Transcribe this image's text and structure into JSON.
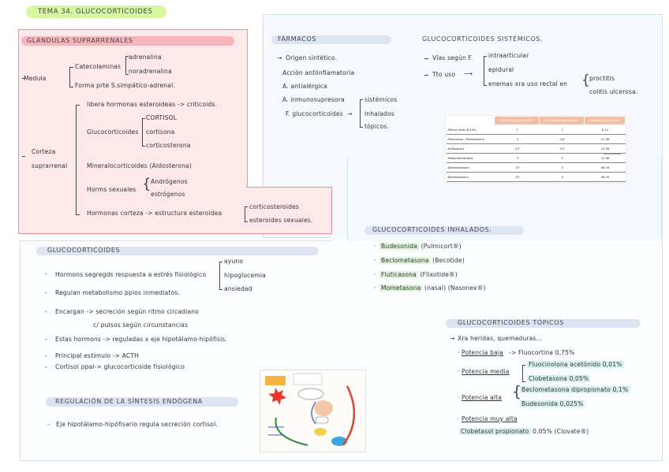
{
  "title": "TEMA 34. GLUCOCORTICOIDES",
  "glandulas": {
    "header": "GLÁNDULAS SUPRARRENALES",
    "medula": "Medula",
    "catecolaminas": "Catecolaminas",
    "adrenalina": "adrenalina",
    "noradrenalina": "noradrenalina",
    "forma_parte": "Forma prte S.simpático-adrenal.",
    "corteza": "Corteza suprarrenal",
    "libera": "libera hormonas esteroideas -> criticoids.",
    "glucocorticoides": "Glucocorticoides",
    "cortisol": "CORTISOL",
    "cortisona": "cortisona",
    "corticosterona": "corticosterona",
    "mineralocorticoides": "Mineralocorticoides (Aldosterona)",
    "hormonas_sexuales": "Horms sexuales",
    "androgenos": "Andrógenos",
    "estrogenos": "estrógenos",
    "hormonas_corteza": "Hormonas corteza -> estructura esteroidea",
    "corticosteroides": "corticosteroides",
    "esteroides_sexuales": "esteroides sexuales."
  },
  "farmacos": {
    "header": "FÁRMACOS",
    "origen": "Origen sintético.",
    "accion": "Acción antiinflamatoria",
    "antialergica": "A. antialérgica",
    "inmunosupresora": "A. inmunosupresora",
    "f_gluco": "F. glucocorticoides",
    "sistemicos": "sistémicos",
    "inhalados": "inhalados",
    "topicos": "tópicos."
  },
  "sistemicos": {
    "header": "GLUCOCORTICOIDES SISTÉMICOS.",
    "vias": "Vías según F.",
    "tto": "Tto uso",
    "intraarticular": "intraarticular",
    "epidural": "epidural",
    "enemas": "enemas xra uso rectal en",
    "proctitis": "proctitis",
    "colitis": "colitis ulcerosa."
  },
  "table": {
    "headers": [
      "",
      "POTENCIA GLUCOCORT.",
      "POTENCIA MINERALOC.",
      "VIDA MEDIA (HORAS)"
    ],
    "rows": [
      [
        "Efecto corto (8-12h)",
        "1",
        "1",
        "8-12"
      ],
      [
        "Prednisona / Prednisolona",
        "4",
        "0,8",
        "12-36"
      ],
      [
        "Deflazacort",
        "3,5",
        "0,5",
        "12-36"
      ],
      [
        "Metilprednisolona",
        "5",
        "0",
        "12-36"
      ],
      [
        "Dexametasona",
        "25",
        "0",
        "36-54"
      ],
      [
        "Betametasona",
        "25",
        "0",
        "36-54"
      ]
    ]
  },
  "inhalados": {
    "header": "GLUCOCORTICOIDES INHALADOS.",
    "items": [
      {
        "name": "Budesonida",
        "rest": " (Pulmicort®)"
      },
      {
        "name": "Beclometasona",
        "rest": " (Becotide)"
      },
      {
        "name": "Fluticasona",
        "rest": " (Flixotide®)"
      },
      {
        "name": "Mometasona",
        "rest": " (nasal) (Nasonex®)"
      }
    ]
  },
  "gluco": {
    "header": "GLUCOCORTICOIDES",
    "b1": "Hormons segregds respuesta a estrés fisiológico",
    "ayuno": "ayuno",
    "hipoglucemia": "hipoglucemia",
    "ansiedad": "ansiedad",
    "b2": "Regulan metabolismo ppios inmediatos.",
    "b3": "Encargan -> secreción según ritmo circadiano",
    "b3b": "c/ pulsos según circunstancias",
    "b4": "Estas hormons -> reguladas x eje hipotálamo-hipófisis.",
    "b5": "Principal estímulo -> ACTH",
    "b6": "Cortisol ppal-> glucocorticoide fisiológico",
    "regulacion_header": "REGULACIÓN DE LA SÍNTESIS ENDÓGENA",
    "regulacion": "Eje hipotálamo-hipófisario regula secreción cortisol."
  },
  "topicos": {
    "header": "GLUCOCORTICOIDES TÓPICOS",
    "intro": "Xra heridas, quemaduras...",
    "baja": "Potencia baja",
    "baja_drug": "-> Fluocortina 0,75%",
    "media": "Potencia media",
    "media1": "Fluocinolona acetónido 0,01%",
    "media2": "Clobetasona 0,05%",
    "alta": "Potencia alta",
    "alta1": "Beclometasona dipropionato 0,1%",
    "alta2": "Budesonida 0,025%",
    "muy_alta": "Potencia muy alta",
    "muy_alta1": "Clobetasol propionato",
    "muy_alta1_rest": " 0,05% (Clovate®)"
  },
  "colors": {
    "title_pill": "#d8f5a2",
    "pink_bg": "#fde8ea",
    "pink_border": "#ec8f99",
    "blue_border": "#cfe2f0",
    "blue_bg": "#f3f8fc",
    "pill_blue": "#dce4f2"
  }
}
